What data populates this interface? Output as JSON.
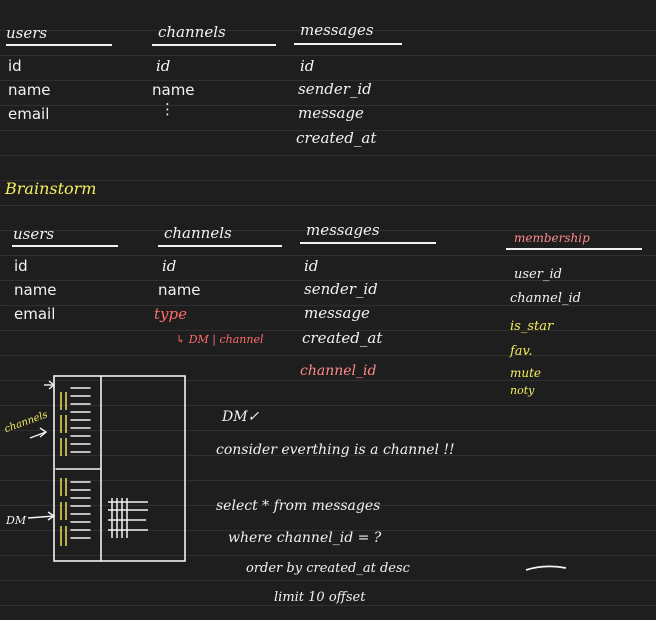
{
  "top_tables": {
    "users": {
      "title": "users",
      "fields": [
        "id",
        "name",
        "email"
      ]
    },
    "channels": {
      "title": "channels",
      "fields": [
        "id",
        "name",
        "⋮"
      ]
    },
    "messages": {
      "title": "messages",
      "fields": [
        "id",
        "sender_id",
        "message",
        "created_at"
      ]
    }
  },
  "brainstorm_title": "Brainstorm",
  "brainstorm": {
    "users": {
      "title": "users",
      "fields": [
        "id",
        "name",
        "email"
      ]
    },
    "channels": {
      "title": "channels",
      "fields": [
        "id",
        "name"
      ],
      "type_field": "type",
      "type_note": "↳ DM | channel"
    },
    "messages": {
      "title": "messages",
      "fields": [
        "id",
        "sender_id",
        "message",
        "created_at"
      ],
      "extra_field": "channel_id"
    },
    "membership": {
      "title": "membership",
      "fields": [
        "user_id",
        "channel_id",
        "is_star",
        "fav.",
        "mute",
        "noty"
      ]
    }
  },
  "sketch": {
    "channels_label": "channels",
    "dm_label": "DM"
  },
  "notes": {
    "dm_check": "DM✓",
    "consider": "consider everthing is a channel !!",
    "sql": [
      "select * from messages",
      "where channel_id = ?",
      "order by created_at desc",
      "limit 10 offset"
    ]
  },
  "colors": {
    "background": "#1e1e1e",
    "ink": "#f2f2f2",
    "yellow": "#f5ee5f",
    "red": "#ff6b6b"
  }
}
